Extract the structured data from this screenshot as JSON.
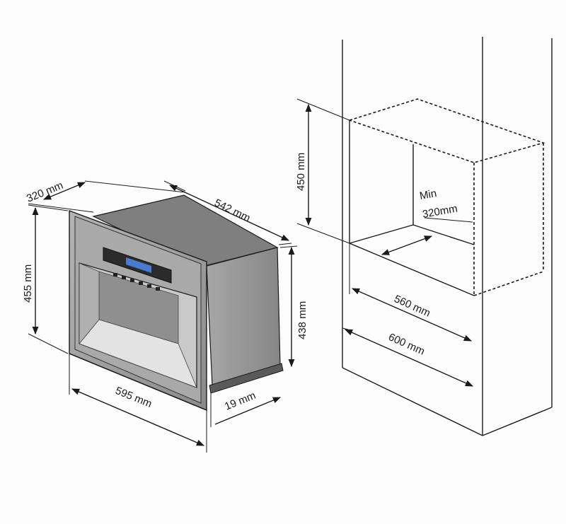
{
  "oven": {
    "depth_label": "320 mm",
    "width_top_label": "542 mm",
    "height_front_label": "455 mm",
    "height_side_label": "438 mm",
    "width_bottom_label": "595 mm",
    "frame_label": "19 mm"
  },
  "cabinet": {
    "height_label": "450 mm",
    "min_label": "Min",
    "min_depth_label": "320mm",
    "inner_width_label": "560 mm",
    "outer_width_label": "600 mm"
  },
  "colors": {
    "ink": "#1a1a1a",
    "steel_front": "#9a9a9a",
    "steel_top": "#7d7d7d",
    "steel_side": "#8e8e8e",
    "cavity": "#bdbdbd",
    "display": "#2b2b2b",
    "display_glow": "#4a7bd0"
  }
}
